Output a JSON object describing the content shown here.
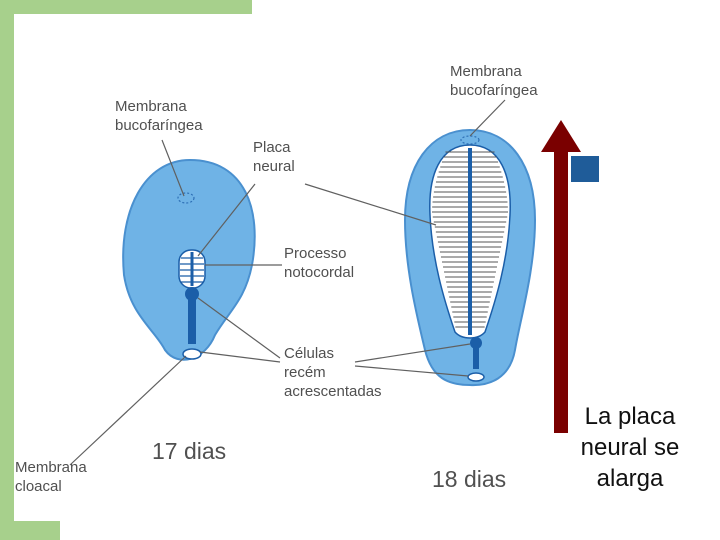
{
  "colors": {
    "frame_green": "#a7d08c",
    "embryo_blue": "#6fb3e6",
    "embryo_edge": "#4a90cf",
    "notochord": "#1b5ea8",
    "leader_line": "#606060",
    "arrow": "#7a0000",
    "square": "#1f5c99"
  },
  "labels": {
    "membrana_bucofaringea_17": [
      "Membrana",
      "bucofaríngea"
    ],
    "membrana_bucofaringea_18": [
      "Membrana",
      "bucofaríngea"
    ],
    "placa_neural": [
      "Placa",
      "neural"
    ],
    "processo_notocordal": [
      "Processo",
      "notocordal"
    ],
    "celulas": [
      "Células",
      "recém",
      "acrescentadas"
    ],
    "membrana_cloacal": [
      "Membrana",
      "cloacal"
    ],
    "day_17": "17 dias",
    "day_18": "18 dias"
  },
  "caption": [
    "La placa",
    "neural se",
    "alarga"
  ],
  "icons": {
    "arrow": "up-arrow-icon",
    "square": "square-icon"
  }
}
